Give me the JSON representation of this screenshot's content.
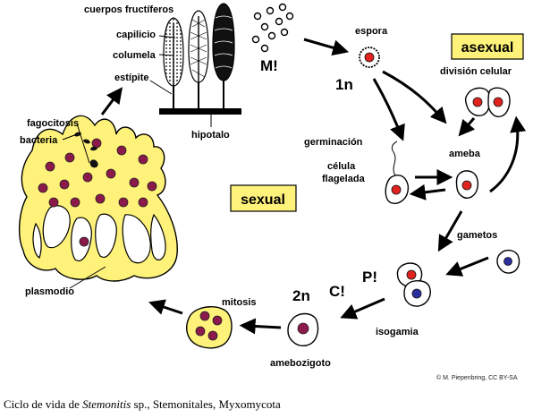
{
  "labels": {
    "cuerpos": "cuerpos fructíferos",
    "capilicio": "capilicio",
    "columela": "columela",
    "estipite": "estípite",
    "hipotalo": "hipotalo",
    "espora": "espora",
    "m_mark": "M!",
    "n1": "1n",
    "asexual": "asexual",
    "division": "división celular",
    "germinacion": "germinación",
    "ameba": "ameba",
    "celula": "célula",
    "flagelada": "flagelada",
    "sexual": "sexual",
    "fagocitosis": "fagocitosis",
    "bacteria": "bacteria",
    "plasmodio": "plasmodio",
    "gametos": "gametos",
    "p_mark": "P!",
    "c_mark": "C!",
    "n2": "2n",
    "isogamia": "isogamia",
    "mitosis": "mitosis",
    "amebozigoto": "amebozigoto",
    "credit": "© M. Piepenbring, CC BY-SA"
  },
  "caption": {
    "prefix": "Ciclo de vida de ",
    "genus": "Stemonitis",
    "suffix": " sp., Stemonitales, Myxomycota"
  },
  "colors": {
    "plasmodium": "#fff27a",
    "label_box": "#fff27a",
    "nucleus_n": "#e0231c",
    "nucleus_2n": "#8b1a4a",
    "nucleus_gamete": "#2b2f9e"
  }
}
